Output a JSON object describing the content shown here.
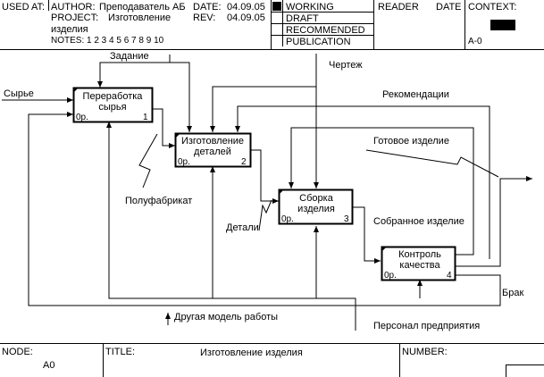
{
  "header": {
    "used_at": "USED AT:",
    "author_label": "AUTHOR:",
    "author_value": "Преподаватель АБ",
    "date_label": "DATE:",
    "date_value": "04.09.05",
    "project_label": "PROJECT:",
    "project_value_line1": "Изготовление",
    "project_value_line2": "изделия",
    "rev_label": "REV:",
    "rev_value": "04.09.05",
    "notes": "NOTES: 1 2 3 4 5 6 7 8 9 10",
    "status": [
      "WORKING",
      "DRAFT",
      "RECOMMENDED",
      "PUBLICATION"
    ],
    "reader": "READER",
    "date2": "DATE",
    "context": "CONTEXT:",
    "context_node": "A-0"
  },
  "diagram": {
    "boxes": [
      {
        "label1": "Переработка",
        "label2": "сырья",
        "cost": "0р.",
        "num": "1"
      },
      {
        "label1": "Изготовление",
        "label2": "деталей",
        "cost": "0р.",
        "num": "2"
      },
      {
        "label1": "Сборка",
        "label2": "изделия",
        "cost": "0р.",
        "num": "3"
      },
      {
        "label1": "Контроль",
        "label2": "качества",
        "cost": "0р.",
        "num": "4"
      }
    ],
    "arrows": {
      "raw": "Сырье",
      "task": "Задание",
      "drawing": "Чертеж",
      "recommendations": "Рекомендации",
      "finished_product": "Готовое изделие",
      "semi_product": "Полуфабрикат",
      "details": "Детали",
      "assembled": "Собранное изделие",
      "defect": "Брак",
      "other_model": "Другая модель работы",
      "staff": "Персонал предприятия"
    }
  },
  "footer": {
    "node_label": "NODE:",
    "node_value": "A0",
    "title_label": "TITLE:",
    "title_value": "Изготовление  изделия",
    "number_label": "NUMBER:"
  }
}
